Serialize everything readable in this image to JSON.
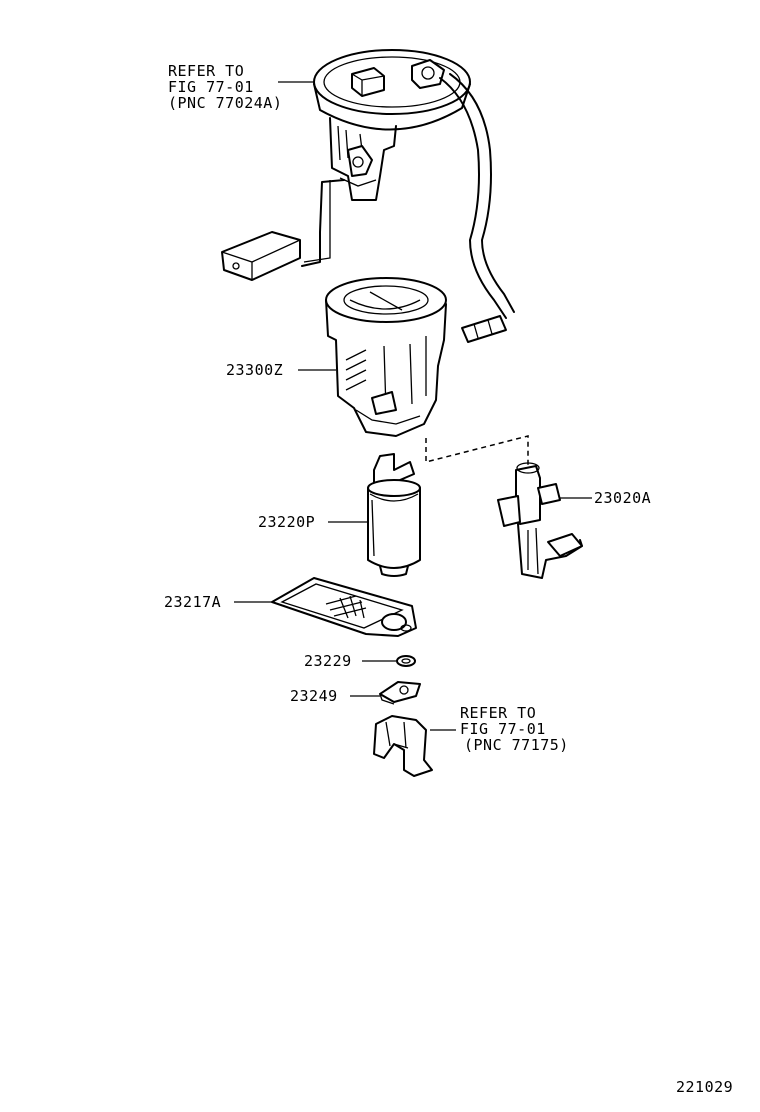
{
  "callouts": {
    "ref_top": {
      "line1": "REFER TO",
      "line2": "FIG 77-01",
      "line3": "(PNC 77024A)"
    },
    "ref_bottom": {
      "line1": "REFER TO",
      "line2": "FIG 77-01",
      "line3": "(PNC 77175)"
    }
  },
  "parts": {
    "p23300Z": "23300Z",
    "p23220P": "23220P",
    "p23020A": "23020A",
    "p23217A": "23217A",
    "p23229": "23229",
    "p23249": "23249"
  },
  "figure_number": "221029"
}
